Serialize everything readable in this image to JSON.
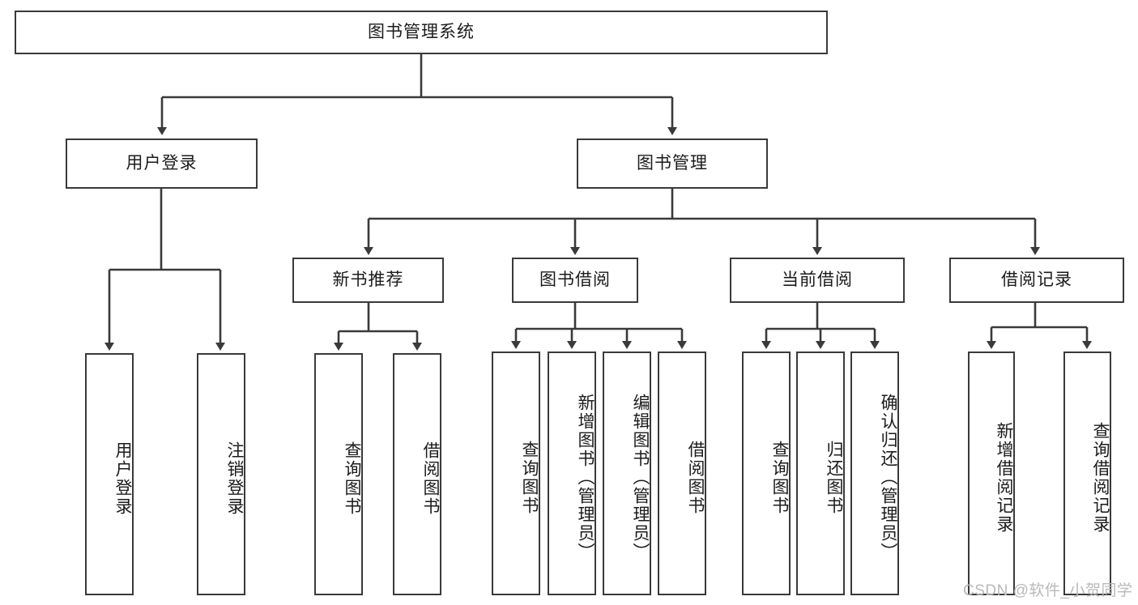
{
  "diagram": {
    "title": "图书管理系统",
    "type": "tree",
    "root": {
      "label": "图书管理系统"
    },
    "level2": [
      {
        "label": "用户登录"
      },
      {
        "label": "图书管理"
      }
    ],
    "level3": [
      {
        "label": "新书推荐",
        "parent": "图书管理"
      },
      {
        "label": "图书借阅",
        "parent": "图书管理"
      },
      {
        "label": "当前借阅",
        "parent": "图书管理"
      },
      {
        "label": "借阅记录",
        "parent": "图书管理"
      }
    ],
    "leaves": [
      {
        "label": "用户登录",
        "parent": "用户登录"
      },
      {
        "label": "注销登录",
        "parent": "用户登录"
      },
      {
        "label": "查询图书",
        "parent": "新书推荐"
      },
      {
        "label": "借阅图书",
        "parent": "新书推荐"
      },
      {
        "label": "查询图书",
        "parent": "图书借阅"
      },
      {
        "label": "新增图书（管理员）",
        "parent": "图书借阅"
      },
      {
        "label": "编辑图书（管理员）",
        "parent": "图书借阅"
      },
      {
        "label": "借阅图书",
        "parent": "图书借阅"
      },
      {
        "label": "查询图书",
        "parent": "当前借阅"
      },
      {
        "label": "归还图书",
        "parent": "当前借阅"
      },
      {
        "label": "确认归还（管理员）",
        "parent": "当前借阅"
      },
      {
        "label": "新增借阅记录",
        "parent": "借阅记录"
      },
      {
        "label": "查询借阅记录",
        "parent": "借阅记录"
      }
    ]
  },
  "watermark": {
    "text": "CSDN @软件_小贺同学"
  },
  "colors": {
    "stroke": "#3a3a3a",
    "background": "#ffffff",
    "text": "#1b1b1b",
    "watermark": "#b9b9b9"
  }
}
